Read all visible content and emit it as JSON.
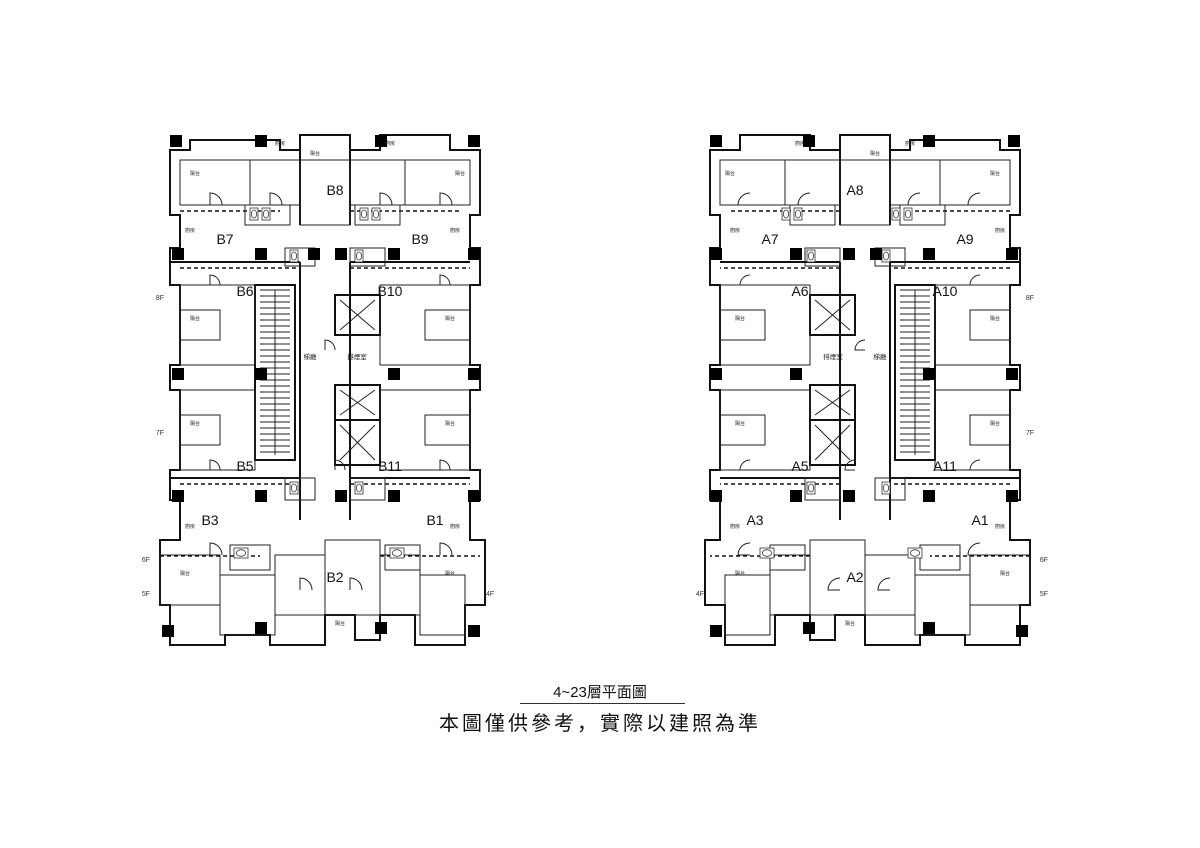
{
  "caption": {
    "title": "4~23層平面圖",
    "note": "本圖僅供參考，實際以建照為準"
  },
  "left_building": {
    "units": [
      "B8",
      "B7",
      "B9",
      "B6",
      "B10",
      "B5",
      "B11",
      "B3",
      "B1",
      "B2"
    ],
    "core_labels": {
      "corridor": "梯廳",
      "trash": "排煙室"
    },
    "floor_tags": [
      "8F",
      "7F",
      "6F",
      "5F",
      "4F"
    ]
  },
  "right_building": {
    "units": [
      "A8",
      "A9",
      "A7",
      "A10",
      "A6",
      "A11",
      "A5",
      "A1",
      "A3",
      "A2"
    ],
    "core_labels": {
      "corridor": "梯廳",
      "trash": "排煙室"
    },
    "floor_tags": [
      "8F",
      "7F",
      "6F",
      "5F",
      "4F"
    ]
  },
  "room_tag": "陽台",
  "room_tag_2": "廚房"
}
